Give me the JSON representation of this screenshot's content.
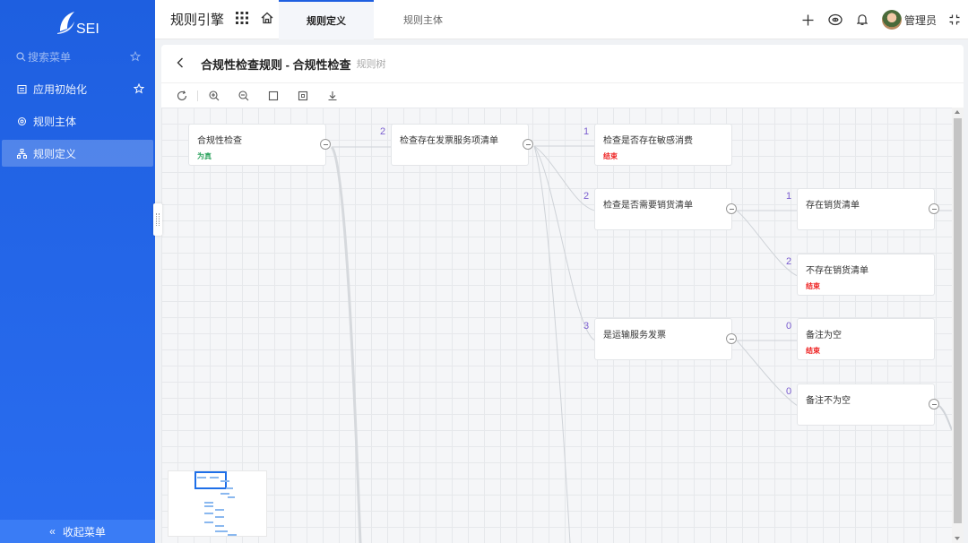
{
  "brand": {
    "logo_text": "SEI"
  },
  "sidebar": {
    "search_placeholder": "搜索菜单",
    "items": [
      {
        "label": "应用初始化",
        "icon": "calendar-icon",
        "starred": true
      },
      {
        "label": "规则主体",
        "icon": "settings-icon"
      },
      {
        "label": "规则定义",
        "icon": "hierarchy-icon",
        "active": true
      }
    ],
    "collapse_label": "收起菜单"
  },
  "header": {
    "app_title": "规则引擎",
    "tabs": [
      {
        "label": "规则定义",
        "active": true
      },
      {
        "label": "规则主体",
        "active": false
      }
    ],
    "user_name": "管理员"
  },
  "page": {
    "title": "合规性检查规则 - 合规性检查",
    "subtitle": "规则树"
  },
  "toolbar": [
    "refresh-icon",
    "zoom-in-icon",
    "zoom-out-icon",
    "fit-icon",
    "actual-size-icon",
    "download-icon"
  ],
  "tree": {
    "nodes": [
      {
        "title": "合规性检查",
        "tag": "为真",
        "tag_color": "#2ca35e"
      },
      {
        "title": "检查存在发票服务项清单",
        "order": "2"
      },
      {
        "title": "检查是否存在敏感消费",
        "order": "1",
        "tag": "结束",
        "tag_color": "#e22222"
      },
      {
        "title": "检查是否需要销货清单",
        "order": "2"
      },
      {
        "title": "存在销货清单",
        "order": "1"
      },
      {
        "title": "不存在销货清单",
        "order": "2",
        "tag": "结束",
        "tag_color": "#e22222"
      },
      {
        "title": "是运输服务发票",
        "order": "3"
      },
      {
        "title": "备注为空",
        "order": "0",
        "tag": "结束",
        "tag_color": "#e22222"
      },
      {
        "title": "备注不为空",
        "order": "0"
      }
    ]
  },
  "colors": {
    "sidebar": "#1e5fe0",
    "accent": "#1e6fe8",
    "order": "#7a5dcf"
  }
}
